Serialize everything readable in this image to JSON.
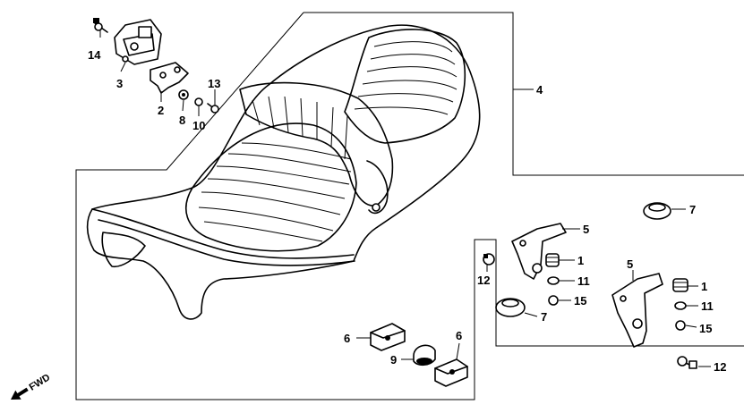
{
  "callouts": {
    "c14": "14",
    "c3": "3",
    "c2": "2",
    "c8": "8",
    "c10": "10",
    "c13": "13",
    "c4": "4",
    "c7a": "7",
    "c5a": "5",
    "c1a": "1",
    "c11a": "11",
    "c15a": "15",
    "c12a": "12",
    "c7b": "7",
    "c5b": "5",
    "c1b": "1",
    "c11b": "11",
    "c15b": "15",
    "c12b": "12",
    "c6a": "6",
    "c6b": "6",
    "c9": "9"
  },
  "fwd_label": "FWD"
}
